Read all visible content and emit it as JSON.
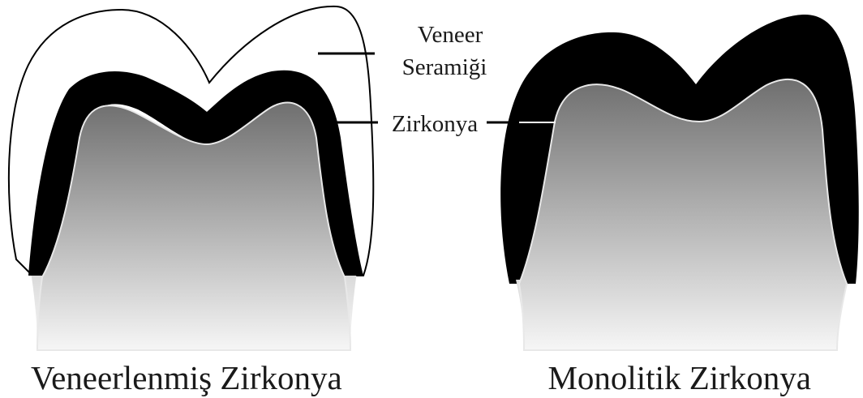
{
  "labels": {
    "veneer_line1": "Veneer",
    "veneer_line2": "Seramiği",
    "zirkonya": "Zirkonya"
  },
  "captions": {
    "left": "Veneerlenmiş Zirkonya",
    "right": "Monolitik Zirkonya"
  },
  "colors": {
    "veneer_ceramic": "#ffffff",
    "zirconia_layer": "#000000",
    "tooth_core_top": "#6f6f6f",
    "tooth_core_bottom": "#f4f4f4"
  }
}
